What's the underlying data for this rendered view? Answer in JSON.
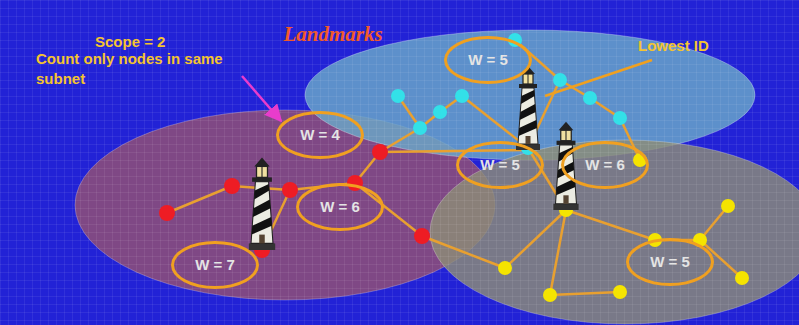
{
  "diagram": {
    "title": "Landmarks",
    "nodes": [
      {
        "text": [
          "W = 5"
        ]
      },
      {
        "text": [
          "W = 4"
        ]
      },
      {
        "text": [
          "W = 5"
        ]
      },
      {
        "text": [
          "W = 6"
        ]
      },
      {
        "text": [
          "W = 6"
        ]
      },
      {
        "text": [
          "W = 7"
        ]
      },
      {
        "text": [
          "W = 5"
        ]
      }
    ],
    "labels": [
      "Scope = 2",
      "Count only nodes in same subnet",
      "Lowest ID"
    ]
  }
}
